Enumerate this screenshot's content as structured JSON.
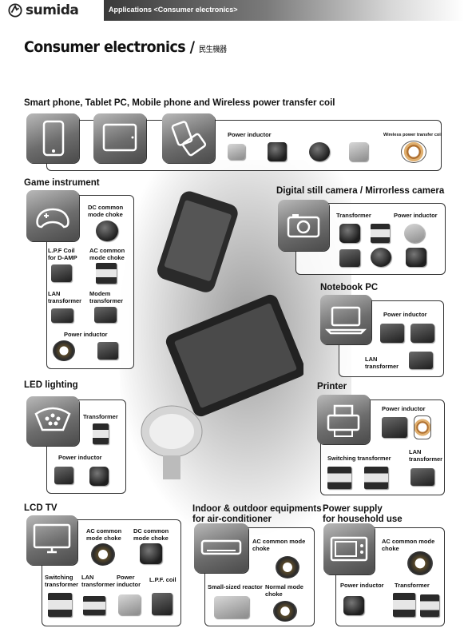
{
  "header": {
    "logo_text": "sumida",
    "breadcrumb": "Applications <Consumer electronics>",
    "title": "Consumer electronics",
    "title_sep": " / ",
    "title_jp": "民生機器"
  },
  "sections": {
    "smartphone": {
      "title": "Smart phone, Tablet PC, Mobile phone and Wireless power transfer coil",
      "power_inductor": "Power inductor",
      "wireless_coil": "Wireless power transfer coil"
    },
    "game": {
      "title": "Game instrument",
      "dc_choke": "DC common\nmode choke",
      "lpf_coil": "L.P.F Coil\nfor D-AMP",
      "ac_choke": "AC common\nmode choke",
      "lan_transformer": "LAN\ntransformer",
      "modem_transformer": "Modem\ntransformer",
      "power_inductor": "Power inductor"
    },
    "camera": {
      "title": "Digital still camera / Mirrorless camera",
      "transformer": "Transformer",
      "power_inductor": "Power inductor"
    },
    "notebook": {
      "title": "Notebook PC",
      "power_inductor": "Power inductor",
      "lan_transformer": "LAN\ntransformer"
    },
    "led": {
      "title": "LED lighting",
      "transformer": "Transformer",
      "power_inductor": "Power inductor"
    },
    "printer": {
      "title": "Printer",
      "power_inductor": "Power inductor",
      "switching_transformer": "Switching transformer",
      "lan_transformer": "LAN\ntransformer"
    },
    "lcd": {
      "title": "LCD TV",
      "ac_choke": "AC common\nmode choke",
      "dc_choke": "DC common\nmode choke",
      "switching_transformer": "Switching\ntransformer",
      "lan_transformer": "LAN\ntransformer",
      "power_inductor": "Power\ninductor",
      "lpf_coil": "L.P.F. coil"
    },
    "aircon": {
      "title": "Indoor & outdoor equipments\nfor air-conditioner",
      "ac_choke": "AC common mode\nchoke",
      "reactor": "Small-sized reactor",
      "normal_choke": "Normal mode\nchoke"
    },
    "power_supply": {
      "title": "Power supply\nfor household use",
      "ac_choke": "AC common mode\nchoke",
      "power_inductor": "Power inductor",
      "transformer": "Transformer"
    }
  }
}
